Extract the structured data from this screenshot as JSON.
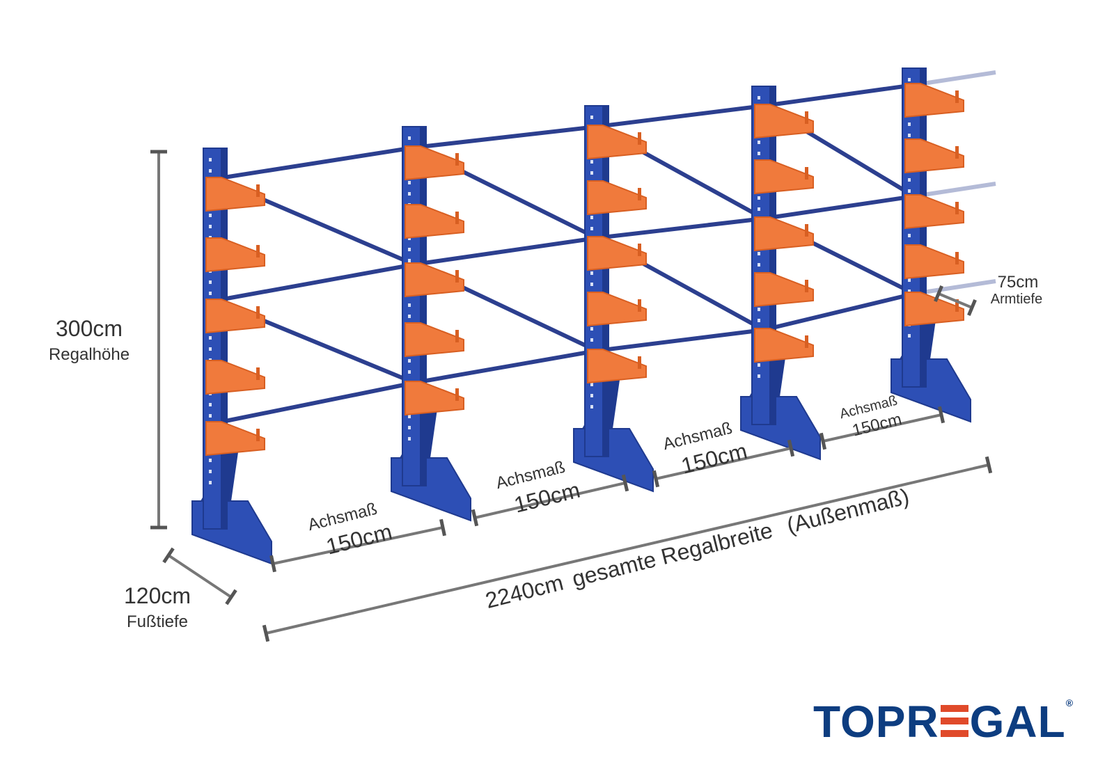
{
  "dimensions": {
    "height_value": "300cm",
    "height_label": "Regalhöhe",
    "foot_depth_value": "120cm",
    "foot_depth_label": "Fußtiefe",
    "arm_depth_value": "75cm",
    "arm_depth_label": "Armtiefe",
    "total_width_value": "2240cm",
    "total_width_label": "gesamte Regalbreite",
    "total_width_note": "(Außenmaß)",
    "bays": [
      {
        "label": "Achsmaß",
        "value": "150cm"
      },
      {
        "label": "Achsmaß",
        "value": "150cm"
      },
      {
        "label": "Achsmaß",
        "value": "150cm"
      },
      {
        "label": "Achsmaß",
        "value": "150cm"
      }
    ]
  },
  "logo": {
    "prefix": "TOPR",
    "suffix": "GAL",
    "registered": "®",
    "color_blue": "#0d3d80",
    "color_orange": "#e04a2a"
  },
  "colors": {
    "column": "#2d4fb5",
    "column_dark": "#1f3a8f",
    "arm": "#f07a3c",
    "arm_dark": "#d85f22",
    "brace": "#2c3f8f",
    "dimension_line": "#777777"
  }
}
